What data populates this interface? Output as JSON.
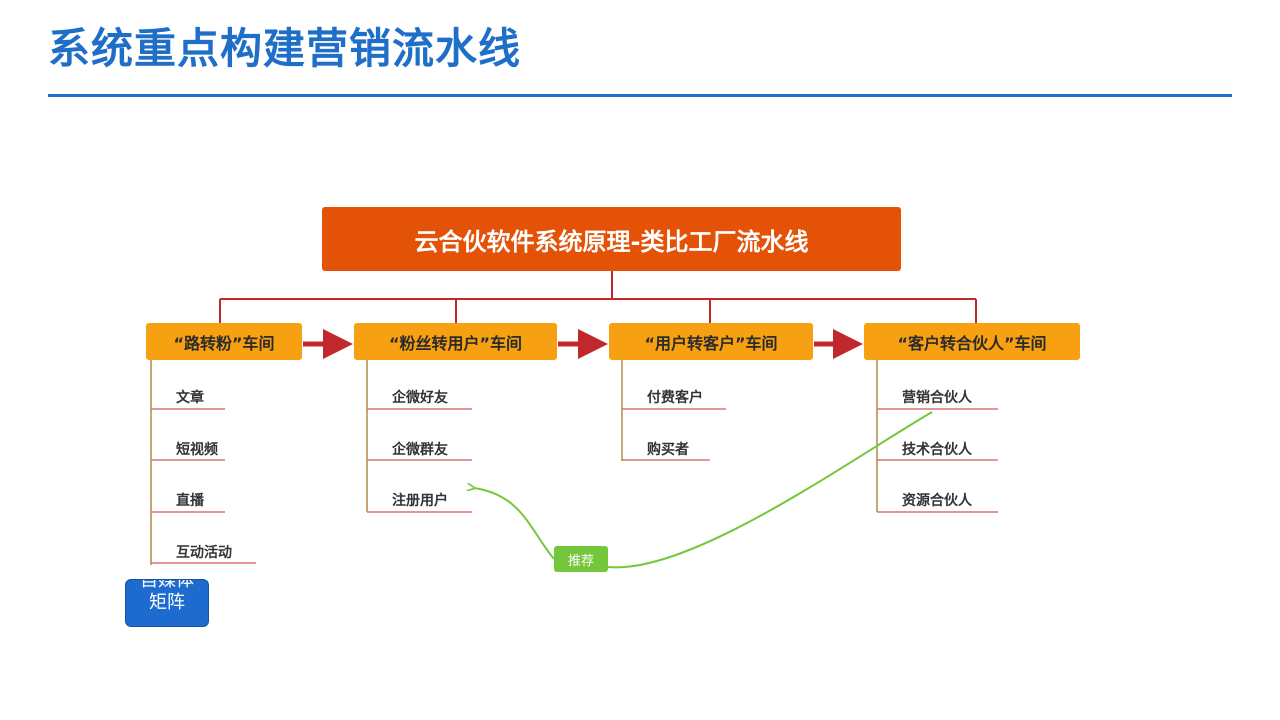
{
  "page": {
    "title": "系统重点构建营销流水线"
  },
  "diagram": {
    "title": "云合伙软件系统原理-类比工厂流水线",
    "workshops": [
      {
        "label": "“路转粉”车间",
        "items": [
          "文章",
          "短视频",
          "直播",
          "互动活动"
        ]
      },
      {
        "label": "“粉丝转用户”车间",
        "items": [
          "企微好友",
          "企微群友",
          "注册用户"
        ]
      },
      {
        "label": "“用户转客户”车间",
        "items": [
          "付费客户",
          "购买者"
        ]
      },
      {
        "label": "“客户转合伙人”车间",
        "items": [
          "营销合伙人",
          "技术合伙人",
          "资源合伙人"
        ]
      }
    ],
    "recommend_label": "推荐",
    "matrix_box_label": "自媒体矩阵"
  },
  "colors": {
    "title_blue": "#1f6fc8",
    "header_orange": "#e35206",
    "workshop_orange": "#f6a012",
    "connector_red": "#c0282c",
    "branch_tan": "#b08a4a",
    "underline_red": "#d9776f",
    "recommend_green": "#74c63a",
    "box_blue": "#1d6bcf"
  }
}
